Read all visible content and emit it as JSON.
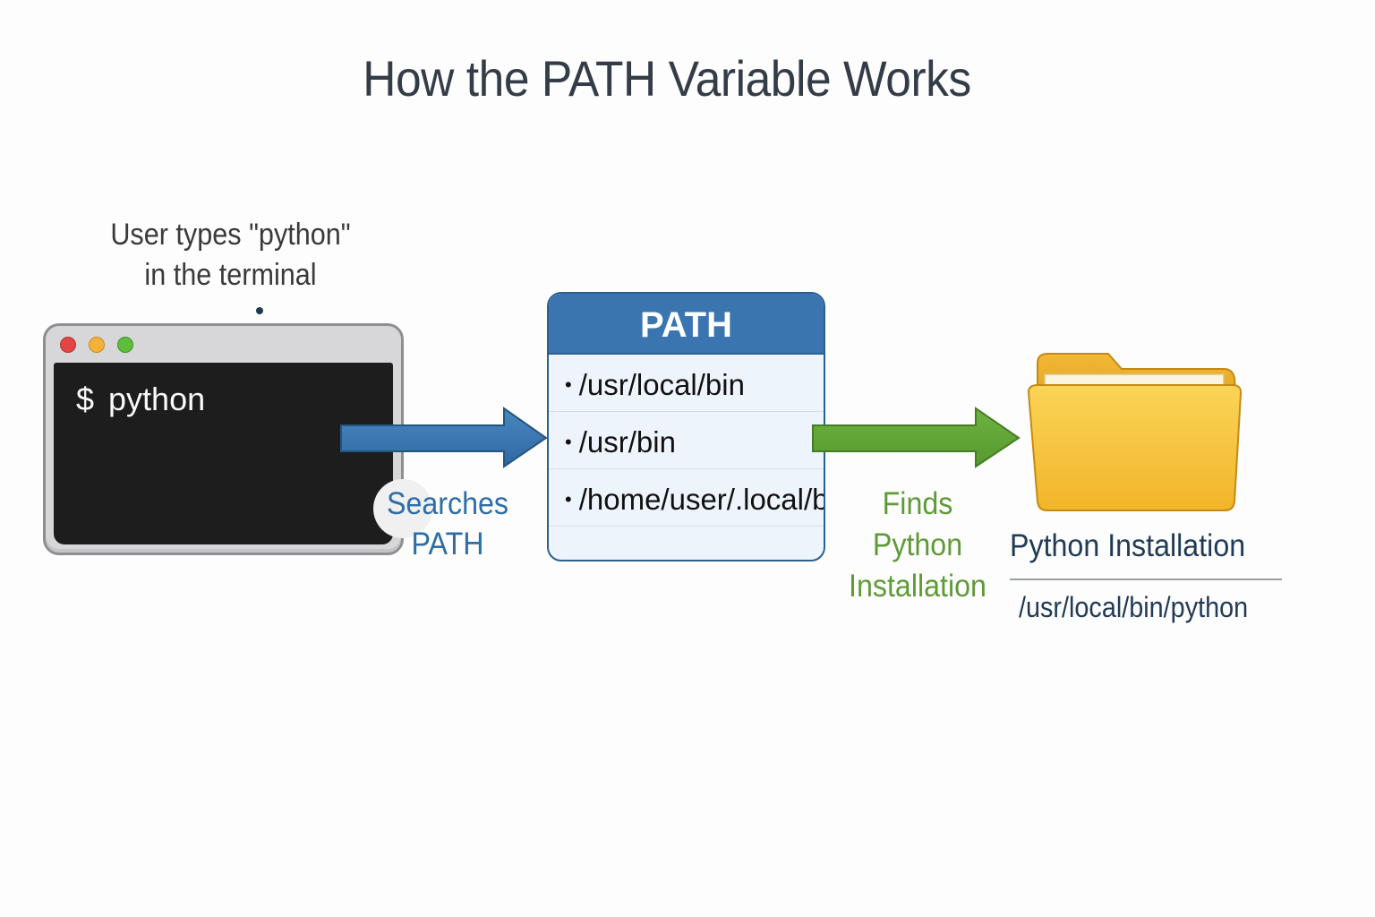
{
  "title": "How the PATH Variable Works",
  "user_caption": {
    "line1": "User types \"python\"",
    "line2": "in the terminal"
  },
  "terminal": {
    "prompt_symbol": "$",
    "command": "python",
    "window_controls": [
      "close",
      "minimize",
      "maximize"
    ]
  },
  "step1": {
    "line1": "Searches",
    "line2": "PATH",
    "color": "#2e6ea8"
  },
  "path_box": {
    "header": "PATH",
    "bullet": "•",
    "entries": [
      "/usr/local/bin",
      "/usr/bin",
      "/home/user/.local/bin"
    ]
  },
  "step2": {
    "line1": "Finds",
    "line2": "Python",
    "line3": "Installation",
    "color": "#5e9b36"
  },
  "installation": {
    "icon": "folder-icon",
    "title": "Python Installation",
    "path": "/usr/local/bin/python"
  },
  "colors": {
    "accent_blue": "#3a75b0",
    "accent_green": "#5fa234",
    "folder_yellow": "#f7c43e",
    "terminal_bg": "#1d1d1d"
  }
}
